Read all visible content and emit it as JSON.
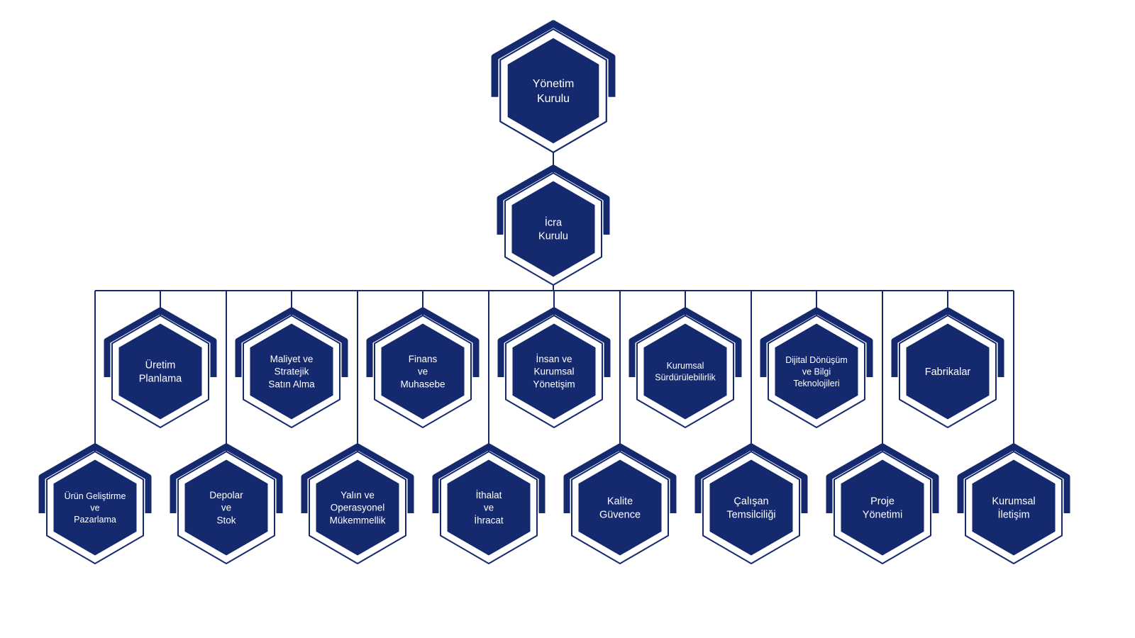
{
  "colors": {
    "primary": "#15296f",
    "background": "#ffffff",
    "text_on_node": "#ffffff"
  },
  "root": {
    "lines": [
      "Yönetim",
      "Kurulu"
    ]
  },
  "executive": {
    "lines": [
      "İcra",
      "Kurulu"
    ]
  },
  "departments_upper": [
    {
      "lines": [
        "Üretim",
        "Planlama"
      ]
    },
    {
      "lines": [
        "Maliyet ve",
        "Stratejik",
        "Satın Alma"
      ]
    },
    {
      "lines": [
        "Finans",
        "ve",
        "Muhasebe"
      ]
    },
    {
      "lines": [
        "İnsan ve",
        "Kurumsal",
        "Yönetişim"
      ]
    },
    {
      "lines": [
        "Kurumsal",
        "Sürdürülebilirlik"
      ]
    },
    {
      "lines": [
        "Dijital Dönüşüm",
        "ve Bilgi",
        "Teknolojileri"
      ]
    },
    {
      "lines": [
        "Fabrikalar"
      ]
    }
  ],
  "departments_lower": [
    {
      "lines": [
        "Ürün Geliştirme",
        "ve",
        "Pazarlama"
      ]
    },
    {
      "lines": [
        "Depolar",
        "ve",
        "Stok"
      ]
    },
    {
      "lines": [
        "Yalın ve",
        "Operasyonel",
        "Mükemmellik"
      ]
    },
    {
      "lines": [
        "İthalat",
        "ve",
        "İhracat"
      ]
    },
    {
      "lines": [
        "Kalite",
        "Güvence"
      ]
    },
    {
      "lines": [
        "Çalışan",
        "Temsilciliği"
      ]
    },
    {
      "lines": [
        "Proje",
        "Yönetimi"
      ]
    },
    {
      "lines": [
        "Kurumsal",
        "İletişim"
      ]
    }
  ]
}
